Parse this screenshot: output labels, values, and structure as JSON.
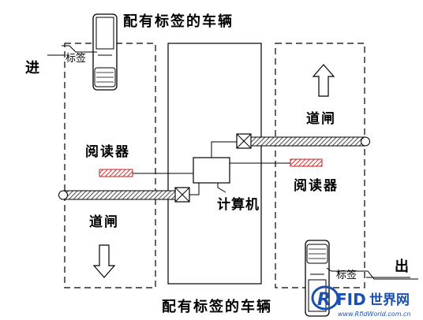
{
  "labels": {
    "title_top": "配有标签的车辆",
    "title_bottom": "配有标签的车辆",
    "entry": "进",
    "exit": "出",
    "tag_left": "标签",
    "tag_right": "标签",
    "reader_left": "阅读器",
    "reader_right": "阅读器",
    "gate_left": "道闸",
    "gate_right": "道闸",
    "computer": "计算机"
  },
  "watermark": {
    "brand_letters": "FID",
    "brand_cn": "世界网",
    "url": "www.RfidWorld.com.cn"
  },
  "colors": {
    "line": "#000000",
    "reader_fill": "#e03030",
    "gate_fill": "#666666",
    "logo_blue": "#1c4fb0",
    "logo_orange": "#e07a1a"
  }
}
